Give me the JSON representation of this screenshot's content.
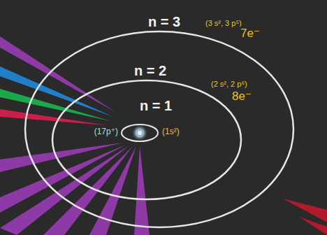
{
  "diagram": {
    "nodes": [
      {
        "text": [
          "n = 3",
          "(3 s², 3 p⁵)",
          "7e⁻"
        ]
      },
      {
        "text": [
          "n = 2",
          "(2 s², 2 p⁶)",
          "8e⁻"
        ],
        "in": 0
      },
      {
        "text": [
          "n = 1",
          "(17p⁺)",
          "(1s²)"
        ],
        "in": 1
      }
    ]
  }
}
